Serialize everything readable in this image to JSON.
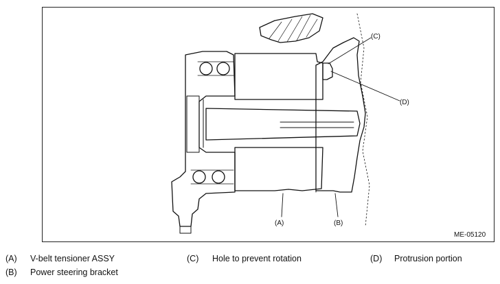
{
  "figure": {
    "code": "ME-05120",
    "callouts": {
      "a": "(A)",
      "b": "(B)",
      "c": "(C)",
      "d": "(D)"
    }
  },
  "legend": [
    {
      "key": "(A)",
      "text": "V-belt tensioner ASSY"
    },
    {
      "key": "(B)",
      "text": "Power steering bracket"
    },
    {
      "key": "(C)",
      "text": "Hole to prevent rotation"
    },
    {
      "key": "(D)",
      "text": "Protrusion portion"
    }
  ]
}
